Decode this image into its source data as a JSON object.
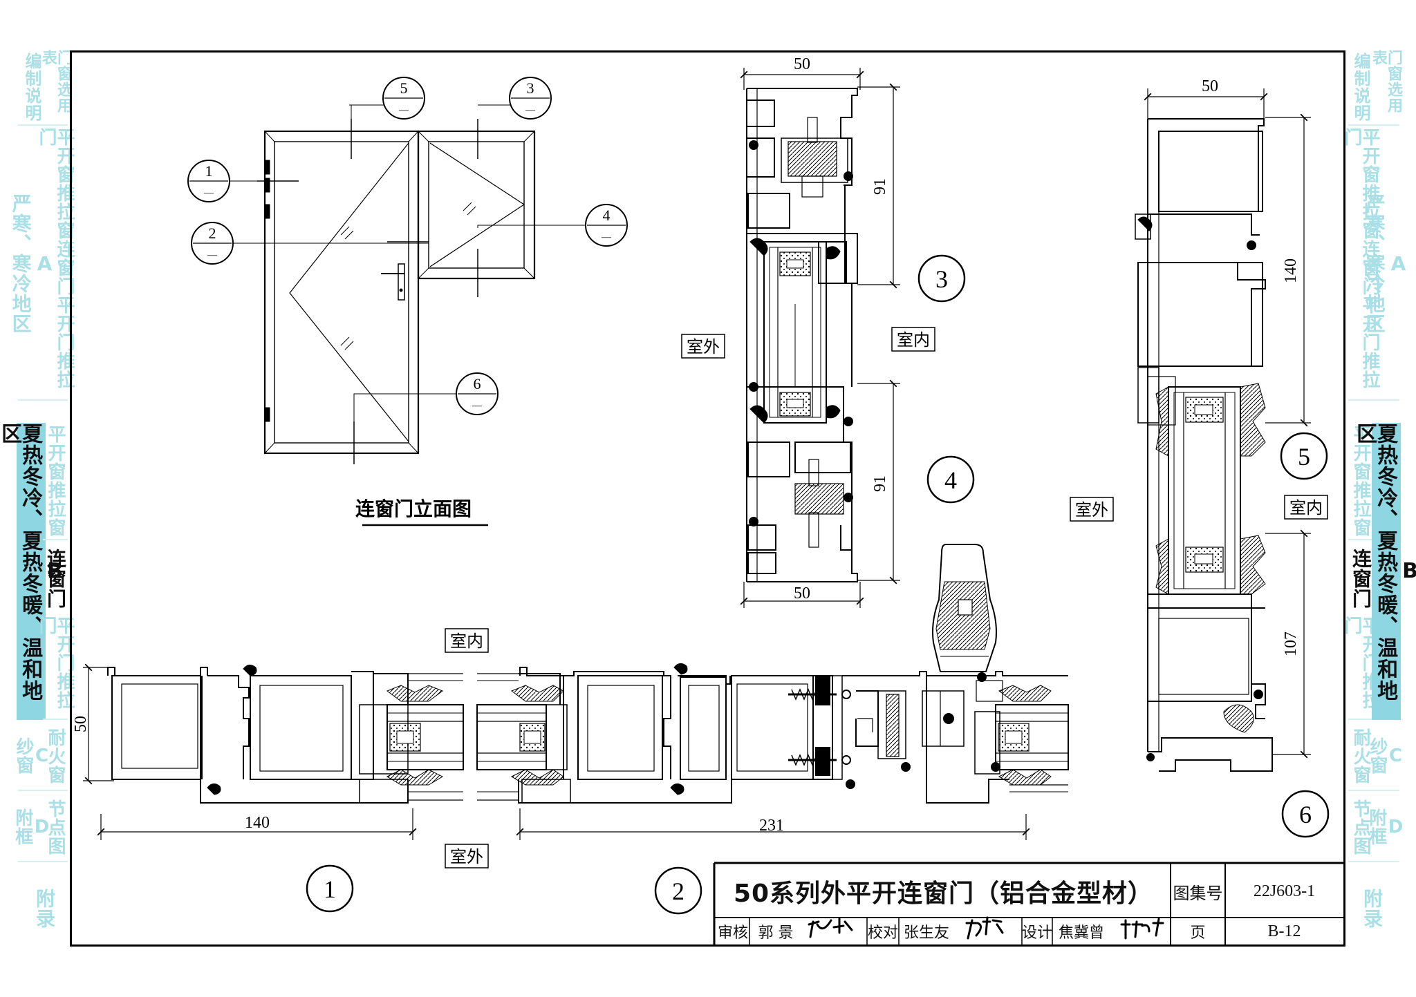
{
  "sidebar_left": {
    "tab_1": "编制说明",
    "tab_2": "门窗选用表",
    "tab_3_letter": "A",
    "tab_3": "严寒、寒冷地区",
    "tab_4": "平开窗推拉窗连窗门平开门推拉门",
    "tab_5_letter": "B",
    "tab_5": "夏热冬冷、夏热冬暖、温和地区",
    "tab_6": "平开窗推拉窗",
    "tab_7": "连窗门",
    "tab_8": "平开门推拉门",
    "tab_9_letter": "C",
    "tab_9": "纱窗",
    "tab_10": "耐火窗",
    "tab_11_letter": "D",
    "tab_11": "附框",
    "tab_12": "节点图",
    "tab_13": "附录"
  },
  "drawing": {
    "elevation_title": "连窗门立面图",
    "callouts": [
      {
        "num": "1",
        "sub": "—"
      },
      {
        "num": "2",
        "sub": "—"
      },
      {
        "num": "3",
        "sub": "—"
      },
      {
        "num": "4",
        "sub": "—"
      },
      {
        "num": "5",
        "sub": "—"
      },
      {
        "num": "6",
        "sub": "—"
      }
    ],
    "detail_labels": [
      "1",
      "2",
      "3",
      "4",
      "5",
      "6"
    ],
    "outside_label": "室外",
    "inside_label": "室内",
    "dims": {
      "d1_width": "140",
      "d1_height": "50",
      "d2_width": "231",
      "d34_top": "50",
      "d34_bottom": "50",
      "d3_height": "91",
      "d4_height": "91",
      "d56_top": "50",
      "d5_height": "140",
      "d6_height": "107"
    }
  },
  "title_block": {
    "title": "50系列外平开连窗门（铝合金型材）",
    "atlas_label": "图集号",
    "atlas_no": "22J603-1",
    "review_label": "审核",
    "reviewer": "郭 景",
    "check_label": "校对",
    "checker": "张生友",
    "design_label": "设计",
    "designer": "焦冀曾",
    "page_label": "页",
    "page_no": "B-12"
  }
}
